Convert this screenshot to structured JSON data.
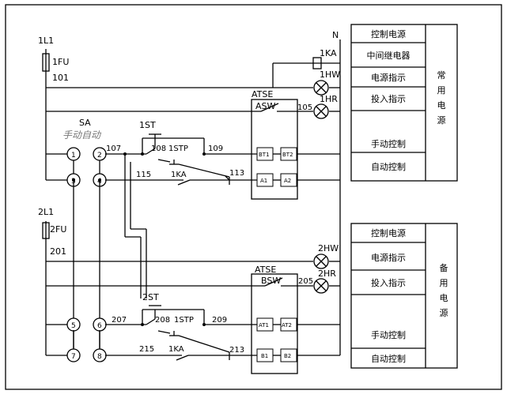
{
  "labels": {
    "l1": "1L1",
    "fu1": "1FU",
    "n101": "101",
    "l2": "2L1",
    "fu2": "2FU",
    "n201": "201",
    "neutral": "N",
    "ka1_coil": "1KA",
    "hw1": "1HW",
    "hr1": "1HR",
    "n105": "105",
    "atse1": "ATSE",
    "asw": "ASW",
    "sa": "SA",
    "sa_modes": "手动自动",
    "st1": "1ST",
    "n107": "107",
    "n108": "108",
    "stp1_a": "1STP",
    "n109": "109",
    "n115": "115",
    "ka1_c1": "1KA",
    "n113": "113",
    "bt1": "BT1",
    "bt2": "BT2",
    "a1": "A1",
    "a2": "A2",
    "hw2": "2HW",
    "hr2": "2HR",
    "n205": "205",
    "atse2": "ATSE",
    "bsw": "BSW",
    "st2": "2ST",
    "n207": "207",
    "n208": "208",
    "stp1_b": "1STP",
    "n209": "209",
    "n215": "215",
    "ka1_c2": "1KA",
    "n213": "213",
    "at1": "AT1",
    "at2": "AT2",
    "b1": "B1",
    "b2": "B2",
    "sa_terminals": [
      "1",
      "2",
      "3",
      "4",
      "5",
      "6",
      "7",
      "8"
    ]
  },
  "legend_common": {
    "rows": [
      "控制电源",
      "中间继电器",
      "电源指示",
      "投入指示",
      "手动控制",
      "自动控制"
    ],
    "side": [
      "常",
      "用",
      "电",
      "源"
    ]
  },
  "legend_standby": {
    "rows": [
      "控制电源",
      "电源指示",
      "投入指示",
      "手动控制",
      "自动控制"
    ],
    "side": [
      "备",
      "用",
      "电",
      "源"
    ]
  }
}
